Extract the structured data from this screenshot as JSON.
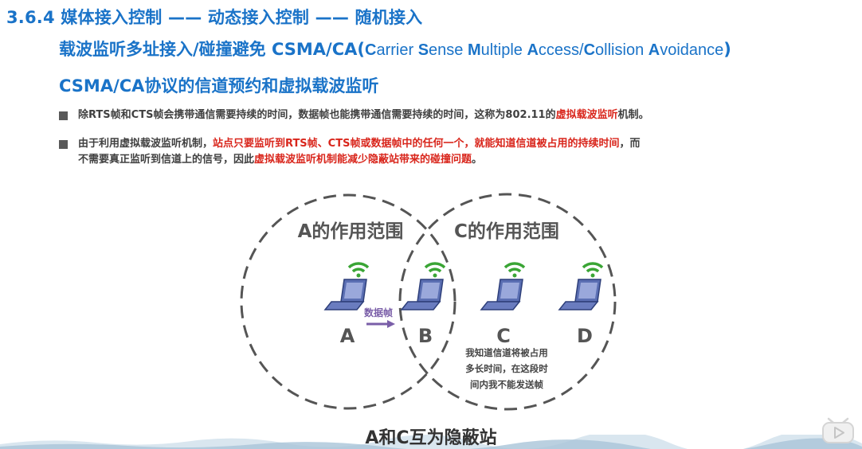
{
  "title_line1": "3.6.4 媒体接入控制 —— 动态接入控制 —— 随机接入",
  "title_line2": {
    "cn": "载波监听多址接入/碰撞避免 ",
    "abbr": "CSMA/CA(",
    "parts": [
      {
        "cap": "C",
        "rest": "arrier "
      },
      {
        "cap": "S",
        "rest": "ense "
      },
      {
        "cap": "M",
        "rest": "ultiple "
      },
      {
        "cap": "A",
        "rest": "ccess/"
      },
      {
        "cap": "C",
        "rest": "ollision "
      },
      {
        "cap": "A",
        "rest": "voidance"
      }
    ],
    "close": ")"
  },
  "title_line3": "CSMA/CA协议的信道预约和虚拟载波监听",
  "bullet1": {
    "t1": "除RTS帧和CTS帧会携带通信需要持续的时间，数据帧也能携带通信需要持续的时间，这称为802.11的",
    "red": "虚拟载波监听",
    "t2": "机制。"
  },
  "bullet2": {
    "t1": "由于利用虚拟载波监听机制，",
    "red1": "站点只要监听到RTS帧、CTS帧或数据帧中的任何一个，就能知道信道被占用的持续时间",
    "t2": "，而",
    "t3": "不需要真正监听到信道上的信号，因此",
    "red2": "虚拟载波监听机制能减少隐蔽站带来的碰撞问题",
    "t4": "。"
  },
  "diagram": {
    "range_a": "A的作用范围",
    "range_c": "C的作用范围",
    "stations": [
      "A",
      "B",
      "C",
      "D"
    ],
    "frame_label": "数据帧",
    "note_line1": "我知道信道将被占用",
    "note_line2": "多长时间，在这段时",
    "note_line3": "间内我不能发送帧",
    "colors": {
      "laptop": "#5b6fb3",
      "wifi": "#3aa535",
      "arrow": "#7a5ea8"
    }
  },
  "caption": "A和C互为隐蔽站"
}
